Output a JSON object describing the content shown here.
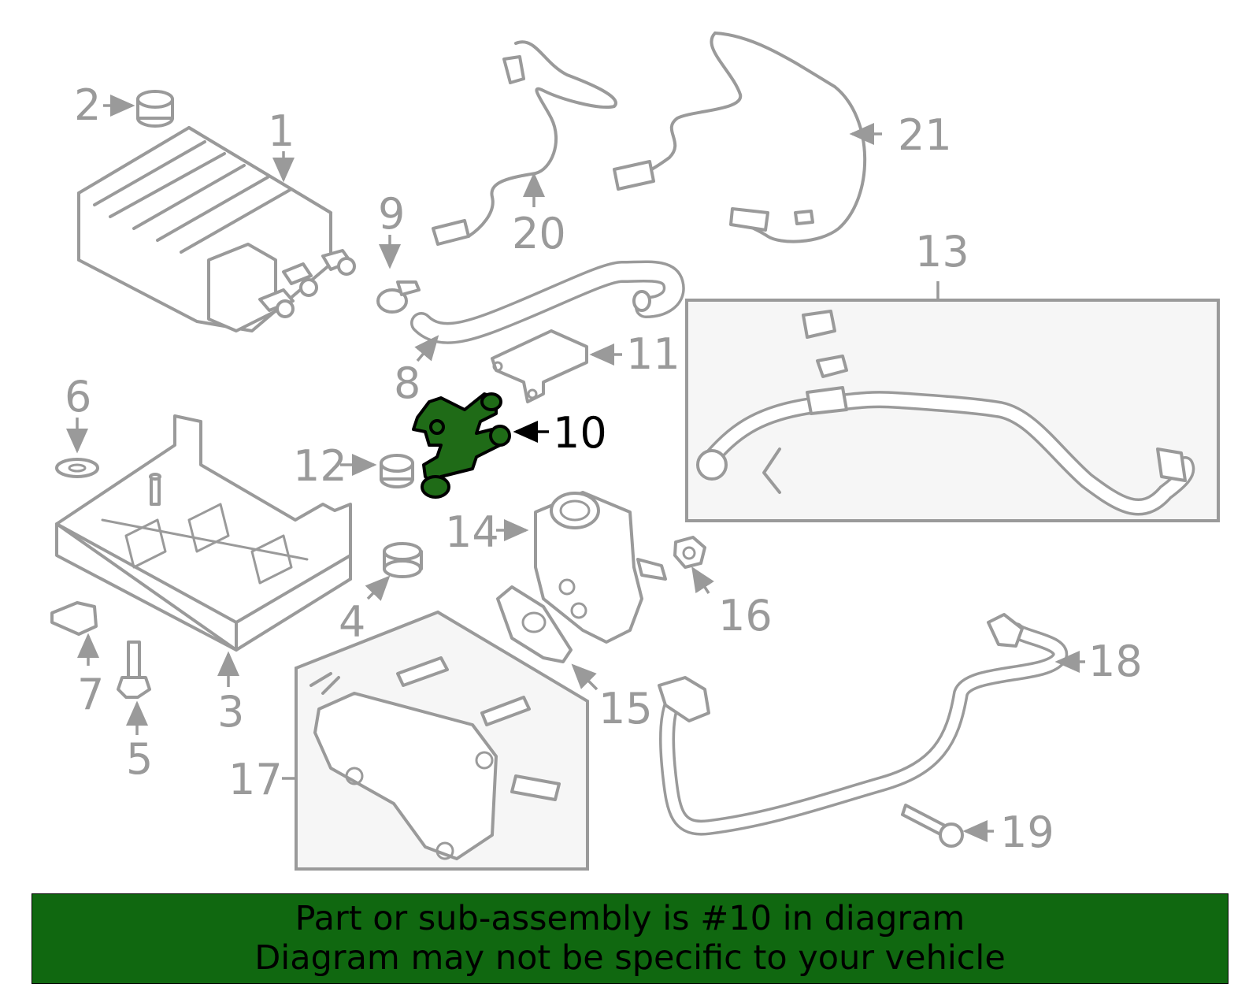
{
  "diagram": {
    "highlight_color": "#1f6b17",
    "line_color": "#9a9a9a",
    "highlighted_part": "10",
    "callouts": [
      "1",
      "2",
      "3",
      "4",
      "5",
      "6",
      "7",
      "8",
      "9",
      "10",
      "11",
      "12",
      "13",
      "14",
      "15",
      "16",
      "17",
      "18",
      "19",
      "20",
      "21"
    ]
  },
  "banner": {
    "line1": "Part or sub-assembly is #10 in diagram",
    "line2": "Diagram may not be specific to your vehicle",
    "background": "#106810"
  }
}
